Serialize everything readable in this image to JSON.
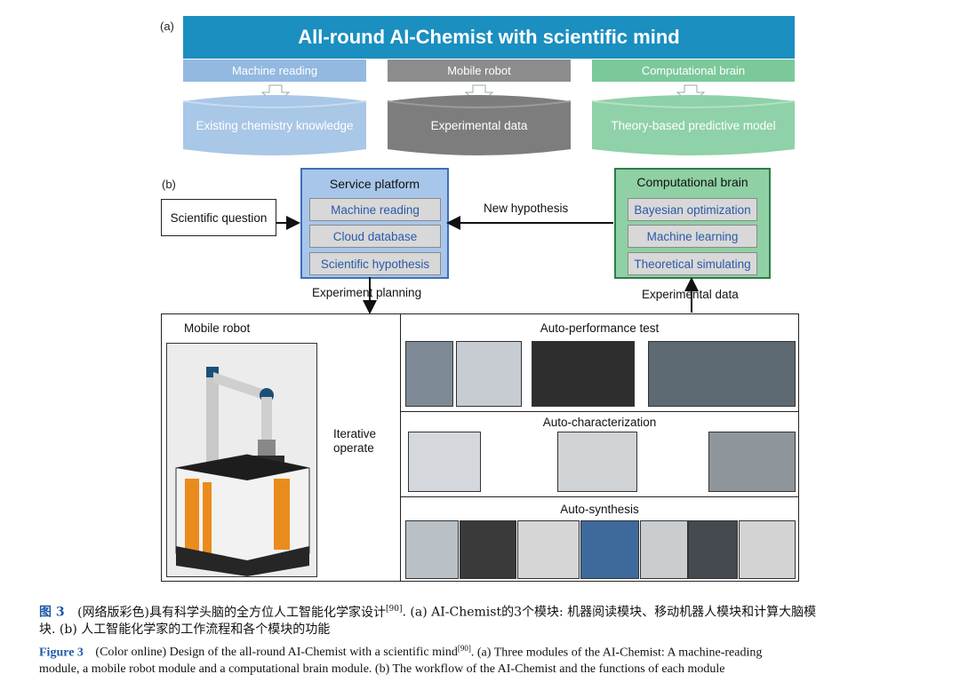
{
  "panel_a": {
    "label": "(a)",
    "title": "All-round AI-Chemist with scientific mind",
    "modules": [
      {
        "head": "Machine reading",
        "store": "Existing chemistry knowledge",
        "color": "#93b9e0",
        "store_color": "#a9c7e6"
      },
      {
        "head": "Mobile robot",
        "store": "Experimental data",
        "color": "#8c8c8c",
        "store_color": "#7d7d7d"
      },
      {
        "head": "Computational brain",
        "store": "Theory-based predictive model",
        "color": "#7bc99a",
        "store_color": "#8fd1a8"
      }
    ]
  },
  "panel_b": {
    "label": "(b)",
    "scientific_question": "Scientific question",
    "service_platform": {
      "title": "Service platform",
      "items": [
        "Machine reading",
        "Cloud database",
        "Scientific hypothesis"
      ]
    },
    "computational_brain": {
      "title": "Computational brain",
      "items": [
        "Bayesian optimization",
        "Machine learning",
        "Theoretical simulating"
      ]
    },
    "new_hypothesis": "New hypothesis",
    "experiment_planning": "Experiment planning",
    "experimental_data": "Experimental data",
    "mobile_robot": "Mobile robot",
    "iterative_operate": "Iterative\noperate",
    "auto_performance": "Auto-performance test",
    "auto_characterization": "Auto-characterization",
    "auto_synthesis": "Auto-synthesis"
  },
  "caption": {
    "cn_label": "图 3",
    "cn_text": "(网络版彩色)具有科学头脑的全方位人工智能化学家设计",
    "cn_ref": "[90]",
    "cn_text2": ". (a) AI-Chemist的3个模块: 机器阅读模块、移动机器人模块和计算大脑模",
    "cn_line2": "块. (b) 人工智能化学家的工作流程和各个模块的功能",
    "en_label": "Figure 3",
    "en_text": "(Color online) Design of the all-round AI-Chemist with a scientific mind",
    "en_ref": "[90]",
    "en_text2": ". (a) Three modules of the AI-Chemist: A machine-reading",
    "en_line2": "module, a mobile robot module and a computational brain module. (b) The workflow of the AI-Chemist and the functions of each module"
  }
}
